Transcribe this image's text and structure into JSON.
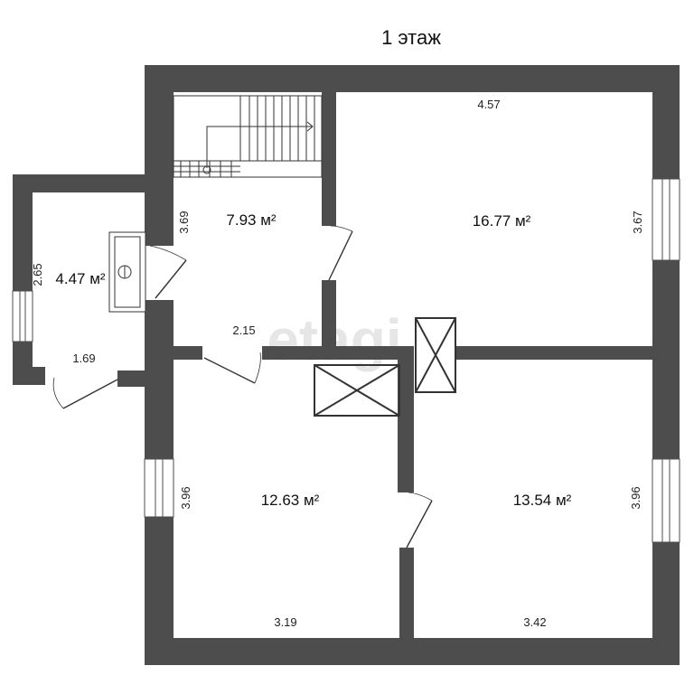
{
  "title": "1 этаж",
  "watermark": "etagi",
  "wall_color": "#4d4d4d",
  "rooms": [
    {
      "id": "kitchen",
      "area": "16.77 м²",
      "width": "4.57",
      "height": "3.67"
    },
    {
      "id": "hall",
      "area": "7.93 м²",
      "width": "2.15",
      "height": "3.69"
    },
    {
      "id": "bathroom",
      "area": "4.47 м²",
      "width": "1.69",
      "height": "2.65"
    },
    {
      "id": "room-left",
      "area": "12.63 м²",
      "width": "3.19",
      "height": "3.96"
    },
    {
      "id": "room-right",
      "area": "13.54 м²",
      "width": "3.42",
      "height": "3.96"
    }
  ]
}
